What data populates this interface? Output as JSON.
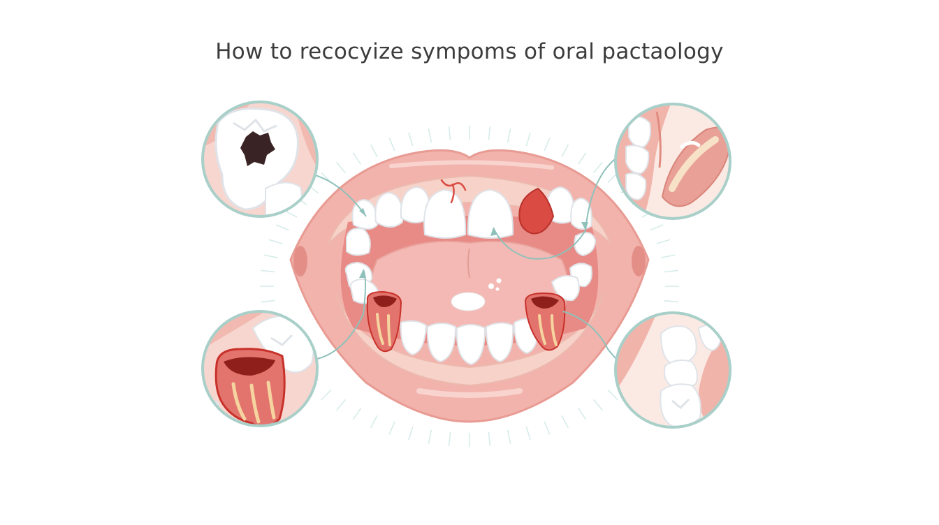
{
  "title": "How to recocyize sympoms of oral pactaology",
  "colors": {
    "background": "#ffffff",
    "lip": "#f2b3ac",
    "lip_shadow": "#e89b93",
    "gum": "#f4c7bd",
    "tongue": "#f4b9b4",
    "mouth_cavity": "#e88a85",
    "tooth": "#ffffff",
    "tooth_shade": "#dfe3e8",
    "decay": "#c8312a",
    "cavity_dark": "#3a2325",
    "callout_ring": "#a9cfc9",
    "connector": "#8fc1bb",
    "rays": "#d6ecea"
  },
  "callouts": [
    {
      "name": "cavity-callout",
      "position": "top-left",
      "icon": "tooth-cavity-icon"
    },
    {
      "name": "gum-inflammation-callout",
      "position": "top-right",
      "icon": "gum-inflammation-icon"
    },
    {
      "name": "tooth-decay-callout",
      "position": "bottom-left",
      "icon": "decayed-tooth-icon"
    },
    {
      "name": "tooth-wear-callout",
      "position": "bottom-right",
      "icon": "molar-icon"
    }
  ]
}
